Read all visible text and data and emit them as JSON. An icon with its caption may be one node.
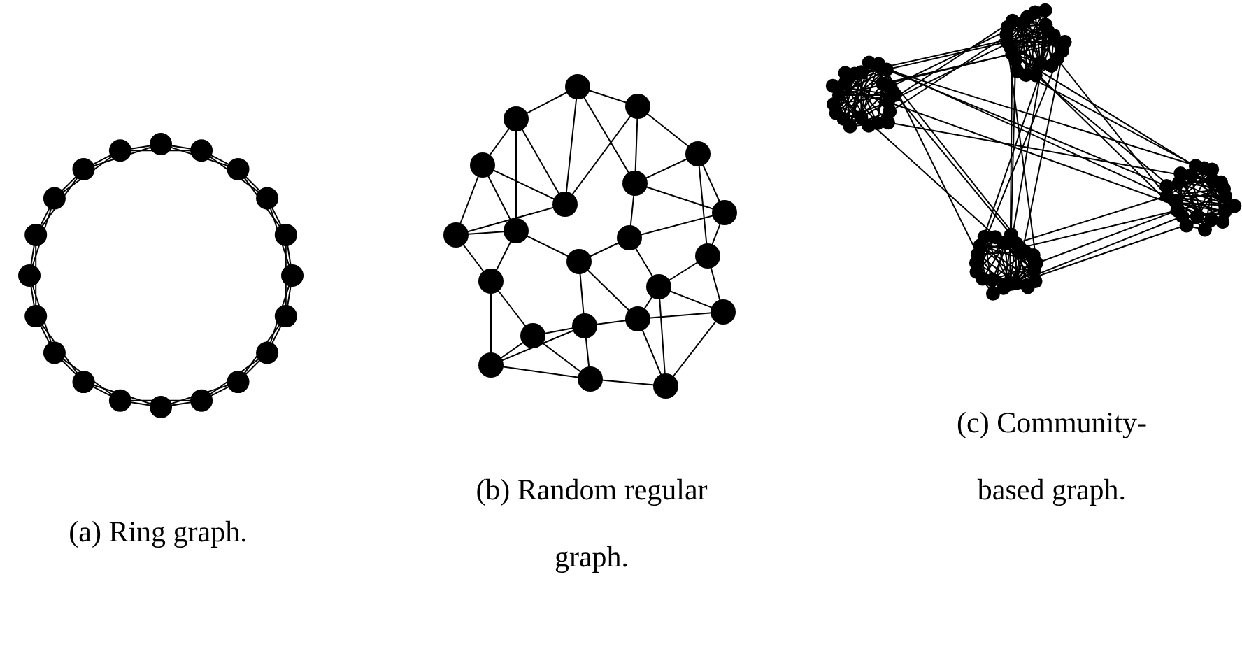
{
  "diagram": {
    "labels": [
      "(a) Ring graph.",
      "(b) Random regular graph.",
      "(c) Community-based graph."
    ]
  }
}
